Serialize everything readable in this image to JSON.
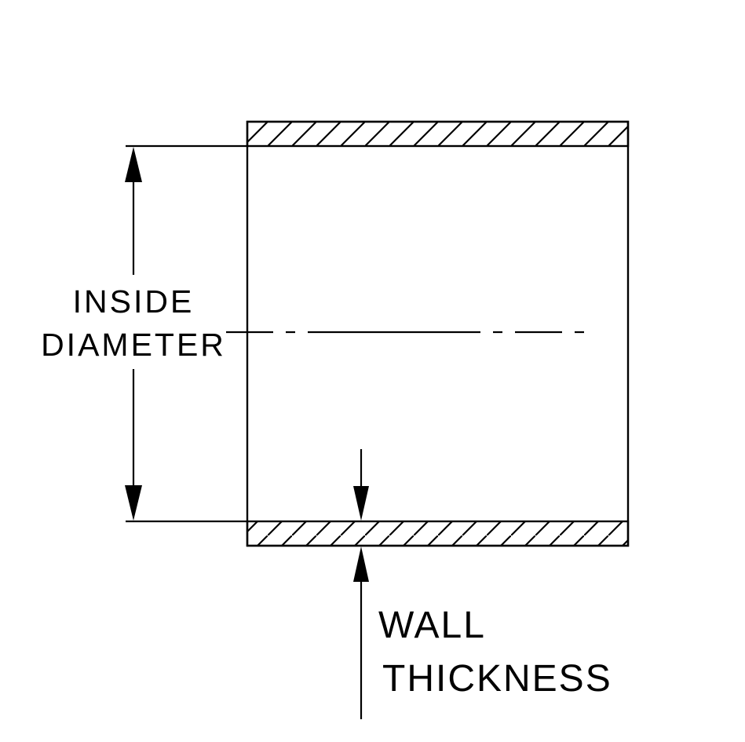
{
  "diagram": {
    "labels": {
      "inside_diameter": [
        "INSIDE",
        "DIAMETER"
      ],
      "wall_thickness": [
        "WALL",
        "THICKNESS"
      ]
    },
    "colors": {
      "line": "#000000",
      "background": "#ffffff"
    }
  }
}
